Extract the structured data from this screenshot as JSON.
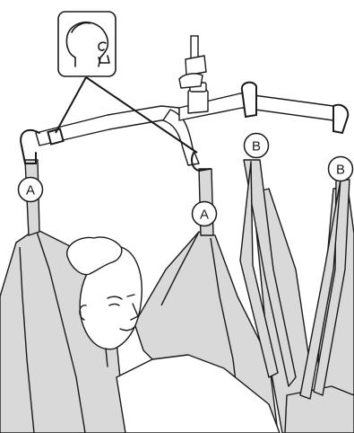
{
  "diagram": {
    "labels": {
      "a_left": "A",
      "a_center": "A",
      "b_left": "B",
      "b_right": "B"
    },
    "head_icon": "head-profile-icon",
    "colors": {
      "line": "#1a1a1a",
      "sling_fill": "#d9d9d9",
      "skin": "#ffffff",
      "background": "#ffffff"
    }
  }
}
